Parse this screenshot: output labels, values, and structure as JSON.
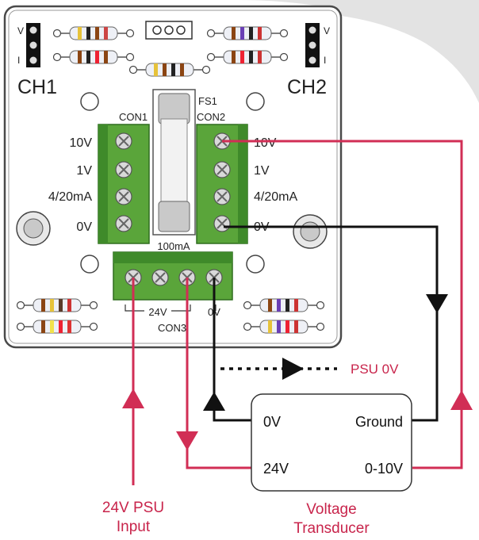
{
  "colors": {
    "background": "#ffffff",
    "bg_shape": "#e3e3e3",
    "board": "#ffffff",
    "board_border": "#4a4a4a",
    "terminal_green": "#5aa53a",
    "terminal_green_dark": "#2f6d1e",
    "wire_red": "#d12e55",
    "wire_black": "#111111",
    "label_red": "#c8244b",
    "text_dark": "#222222"
  },
  "board": {
    "ch1_label": "CH1",
    "ch2_label": "CH2",
    "header_v": "V",
    "header_i": "I",
    "fuse_label": "FS1",
    "fuse_rating": "100mA",
    "con1_label": "CON1",
    "con2_label": "CON2",
    "con3_label": "CON3",
    "left_terminals": [
      "10V",
      "1V",
      "4/20mA",
      "0V"
    ],
    "right_terminals": [
      "10V",
      "1V",
      "4/20mA",
      "0V"
    ],
    "con3_24v": "24V",
    "con3_0v": "0V"
  },
  "transducer": {
    "pin_0v": "0V",
    "pin_ground": "Ground",
    "pin_24v": "24V",
    "pin_0_10v": "0-10V",
    "name_line1": "Voltage",
    "name_line2": "Transducer"
  },
  "labels": {
    "psu_0v": "PSU 0V",
    "psu_input_line1": "24V PSU",
    "psu_input_line2": "Input"
  }
}
